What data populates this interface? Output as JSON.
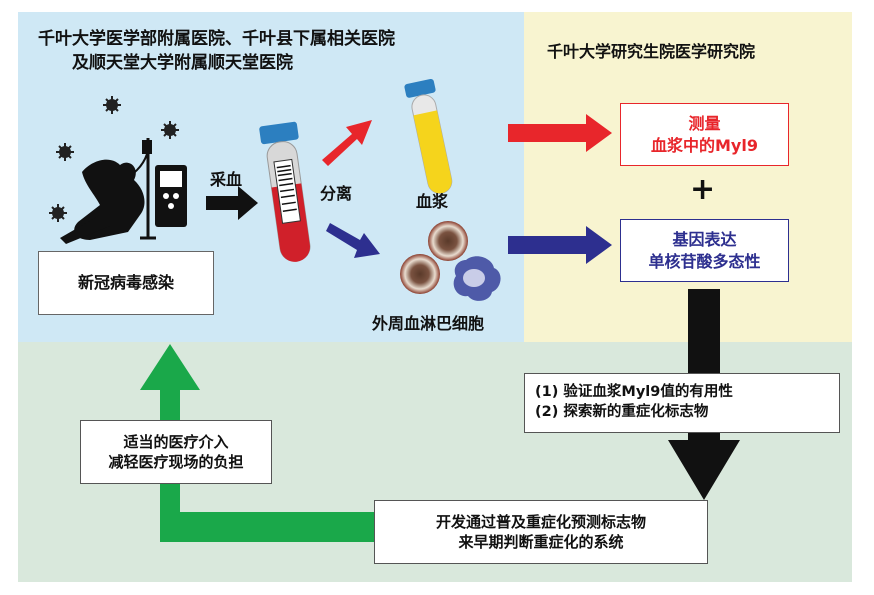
{
  "left_header": {
    "line1": "千叶大学医学部附属医院、千叶县下属相关医院",
    "line2": "及顺天堂大学附属顺天堂医院"
  },
  "right_header": "千叶大学研究生院医学研究院",
  "infection_label": "新冠病毒感染",
  "labels": {
    "blood_draw": "采血",
    "separation": "分离",
    "plasma": "血浆",
    "pbmc": "外周血淋巴细胞"
  },
  "measure_box": {
    "line1": "测量",
    "line2": "血浆中的Myl9"
  },
  "plus_sign": "+",
  "gene_box": {
    "line1": "基因表达",
    "line2": "单核苷酸多态性"
  },
  "verify_box": {
    "line1": "(1) 验证血浆Myl9值的有用性",
    "line2": "(2) 探索新的重症化标志物"
  },
  "develop_box": {
    "line1": "开发通过普及重症化预测标志物",
    "line2": "来早期判断重症化的系统"
  },
  "reduce_box": {
    "line1": "适当的医疗介入",
    "line2": "减轻医疗现场的负担"
  },
  "colors": {
    "hospital_panel": "#cfe8f5",
    "university_panel": "#f8f4d0",
    "bottom_panel": "#d9e8dc",
    "red_arrow": "#e8262b",
    "blue_arrow": "#2d2f8f",
    "green_arrow": "#1aa84a",
    "measure_text": "#e8262b",
    "gene_text": "#2d2f8f"
  },
  "icons": [
    "virus-icon",
    "patient-icon",
    "blood-tube-icon",
    "plasma-tube-icon",
    "lymphocyte-icon"
  ]
}
